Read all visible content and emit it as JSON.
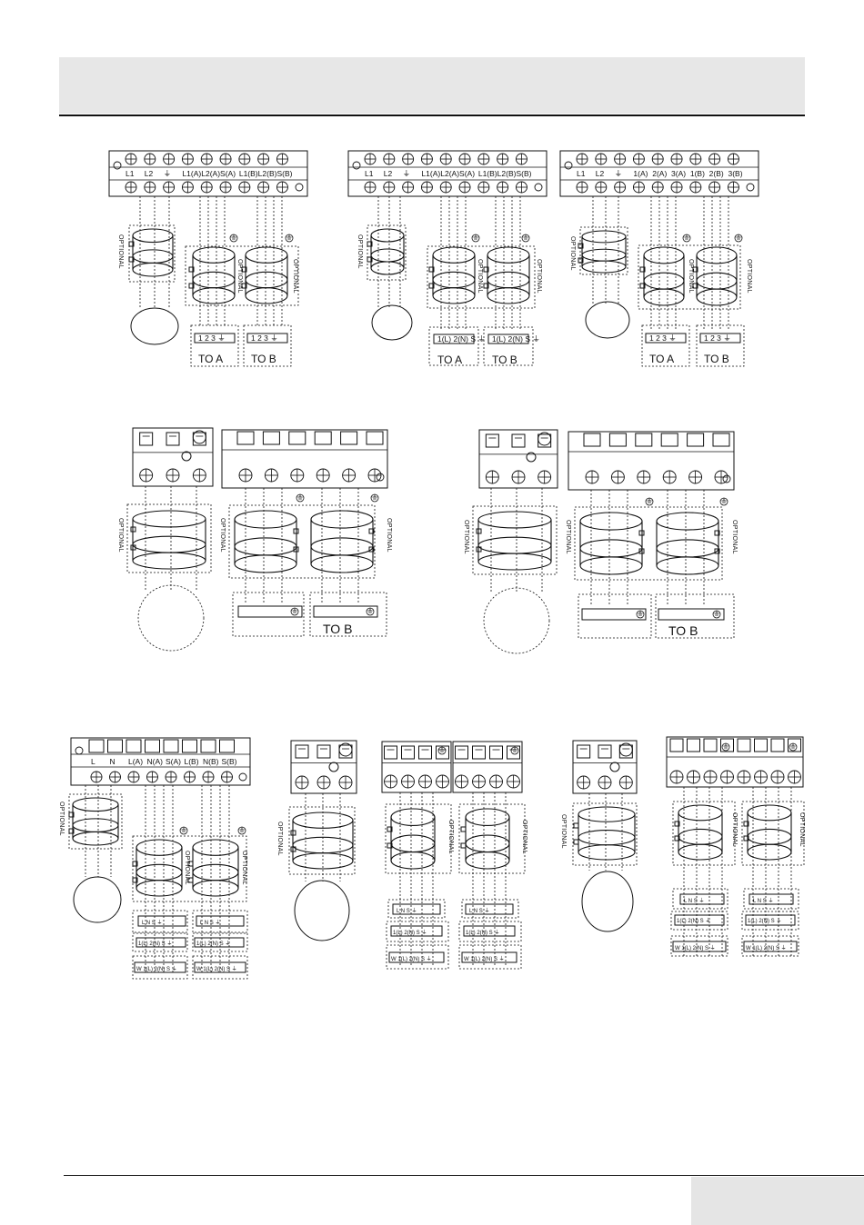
{
  "labels": {
    "optional": "OPTIONAL",
    "to_a": "TO   A",
    "to_b": "TO   B",
    "terminals_1_main": [
      "L1",
      "L2",
      "⏚",
      "L1(A)",
      "L2(A)",
      "S(A)",
      "L1(B)",
      "L2(B)",
      "S(B)"
    ],
    "terminals_1_mid": [
      "L1",
      "L2",
      "⏚",
      "L1(A)",
      "L2(A)",
      "S(A)",
      "L1(B)",
      "L2(B)",
      "S(B)"
    ],
    "terminals_1_right": [
      "L1",
      "L2",
      "⏚",
      "1(A)",
      "2(A)",
      "3(A)",
      "1(B)",
      "2(B)",
      "3(B)"
    ],
    "indoor_123": "1  2  3  ⏚",
    "indoor_12s": "1(L) 2(N) S ⏚",
    "terminals_3_left": [
      "L",
      "N",
      "L(A)",
      "N(A)",
      "S(A)",
      "L(B)",
      "N(B)",
      "S(B)"
    ],
    "indoor_lns": "L N  S ⏚",
    "indoor_lns_wide": "L N    S ⏚",
    "indoor_12n": "1(L)  2(N)  S  ⏚",
    "indoor_w12n": "W  1(L)  2(N)  S  ⏚"
  }
}
